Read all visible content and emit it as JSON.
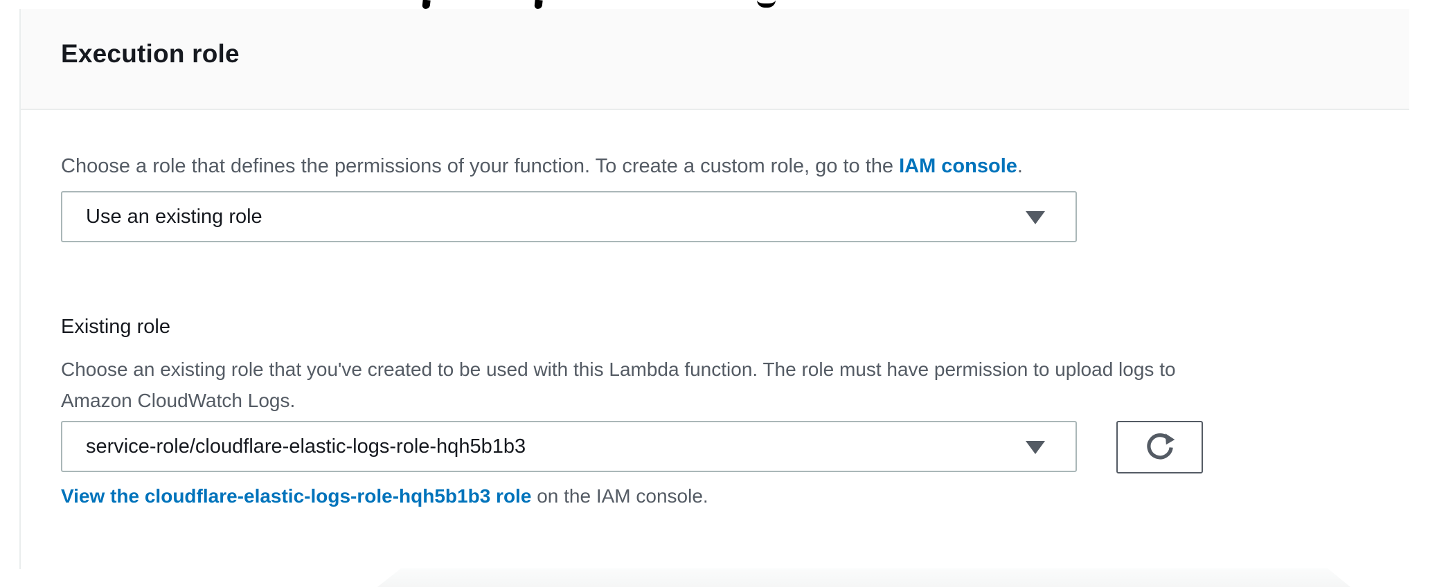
{
  "panel": {
    "title": "Execution role",
    "instruction": {
      "prefix": "Choose a role that defines the permissions of your function. To create a custom role, go to the ",
      "link": "IAM console",
      "suffix": "."
    },
    "role_type_select": {
      "value": "Use an existing role"
    },
    "existing_role": {
      "label": "Existing role",
      "description_lines": [
        "Choose an existing role that you've created to be used with this Lambda function. The role must have permission to upload logs to",
        "Amazon CloudWatch Logs."
      ],
      "select_value": "service-role/cloudflare-elastic-logs-role-hqh5b1b3",
      "view_link": {
        "link": "View the cloudflare-elastic-logs-role-hqh5b1b3 role",
        "suffix": " on the IAM console."
      }
    }
  },
  "icons": {
    "role_type_caret": "caret-down-icon",
    "existing_role_caret": "caret-down-icon",
    "refresh": "refresh-icon"
  },
  "colors": {
    "link_blue": "#0073bb",
    "text_dark": "#16191f",
    "text_gray": "#545b64",
    "select_border": "#aab7b8",
    "button_border": "#545b64",
    "header_bg": "#fafafa",
    "divider": "#eaeded"
  }
}
